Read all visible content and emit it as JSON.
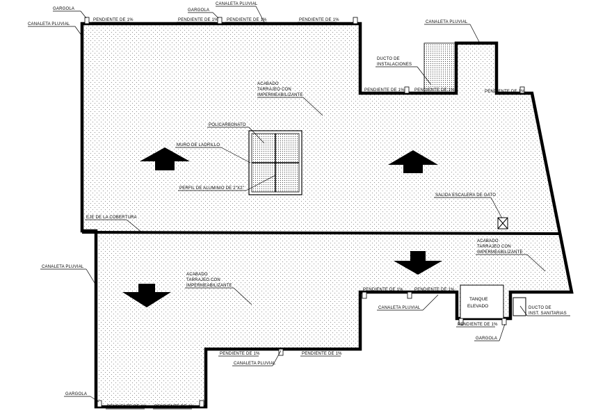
{
  "labels": {
    "gargola": "GARGOLA",
    "canaleta_pluvial": "CANALETA PLUVIAL",
    "pendiente": "PENDIENTE DE 1%",
    "ducto_instalaciones_1": "DUCTO DE",
    "ducto_instalaciones_2": "INSTALACIONES",
    "acabado_1": "ACABADO",
    "acabado_2": "TARRAJEO CON",
    "acabado_3": "IMPERMEABILIZANTE",
    "acabado_b_1": "ACABADO",
    "acabado_b_2": "TARRAJEO CON",
    "acabado_b_3": "IMPERMEABILIZANTE",
    "policarbonato": "POLICARBONATO",
    "muro_ladrillo": "MURO DE LADRILLO",
    "perfil_aluminio": "PERFIL DE ALUMINIO DE 2\"X2\"",
    "salida_escalera": "SALIDA ESCALERA DE GATO",
    "eje_cobertura": "EJE DE LA COBERTURA",
    "tanque_1": "TANQUE",
    "tanque_2": "ELEVADO",
    "ducto_sanitarias_1": "DUCTO DE",
    "ducto_sanitarias_2": "INST. SANITARIAS"
  }
}
